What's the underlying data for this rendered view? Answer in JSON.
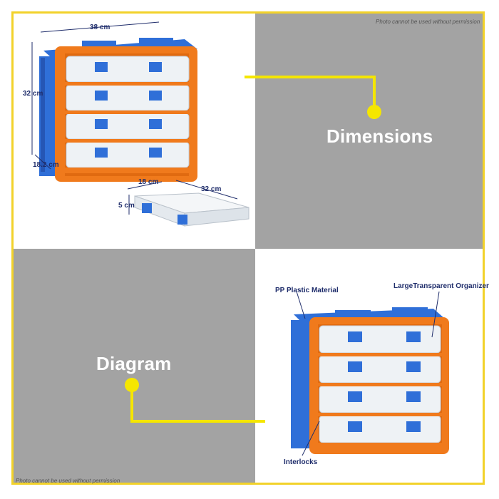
{
  "watermark": "Photo cannot be used without permission",
  "panels": {
    "dimensions": {
      "title": "Dimensions"
    },
    "diagram": {
      "title": "Diagram"
    }
  },
  "dimensions": {
    "width": "38 cm",
    "height": "32 cm",
    "depth": "18.2 cm",
    "box_width": "18 cm",
    "box_length": "32 cm",
    "box_height": "5 cm"
  },
  "callouts": {
    "material": "PP Plastic Material",
    "organizer": "LargeTransparent Organizer",
    "interlocks": "Interlocks"
  },
  "colors": {
    "frame": "#f2d22a",
    "accent_yellow": "#f5e600",
    "panel_gray": "#a3a3a3",
    "case_blue": "#2f6fd8",
    "frame_orange": "#f07a1c",
    "text_navy": "#1f2d6b"
  }
}
